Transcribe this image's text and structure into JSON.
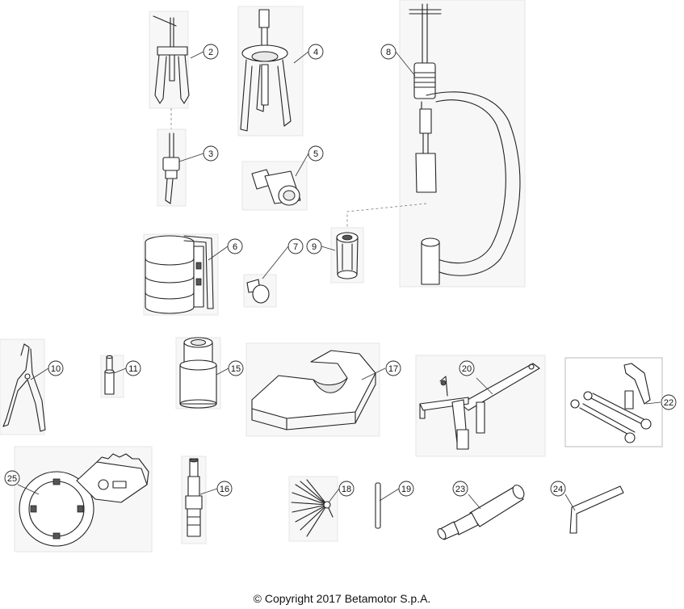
{
  "diagram": {
    "callouts": [
      "2",
      "3",
      "4",
      "5",
      "6",
      "7",
      "8",
      "9",
      "10",
      "11",
      "15",
      "16",
      "17",
      "18",
      "19",
      "20",
      "22",
      "23",
      "24",
      "25"
    ]
  },
  "footer": {
    "copyright": "© Copyright 2017 Betamotor S.p.A."
  }
}
